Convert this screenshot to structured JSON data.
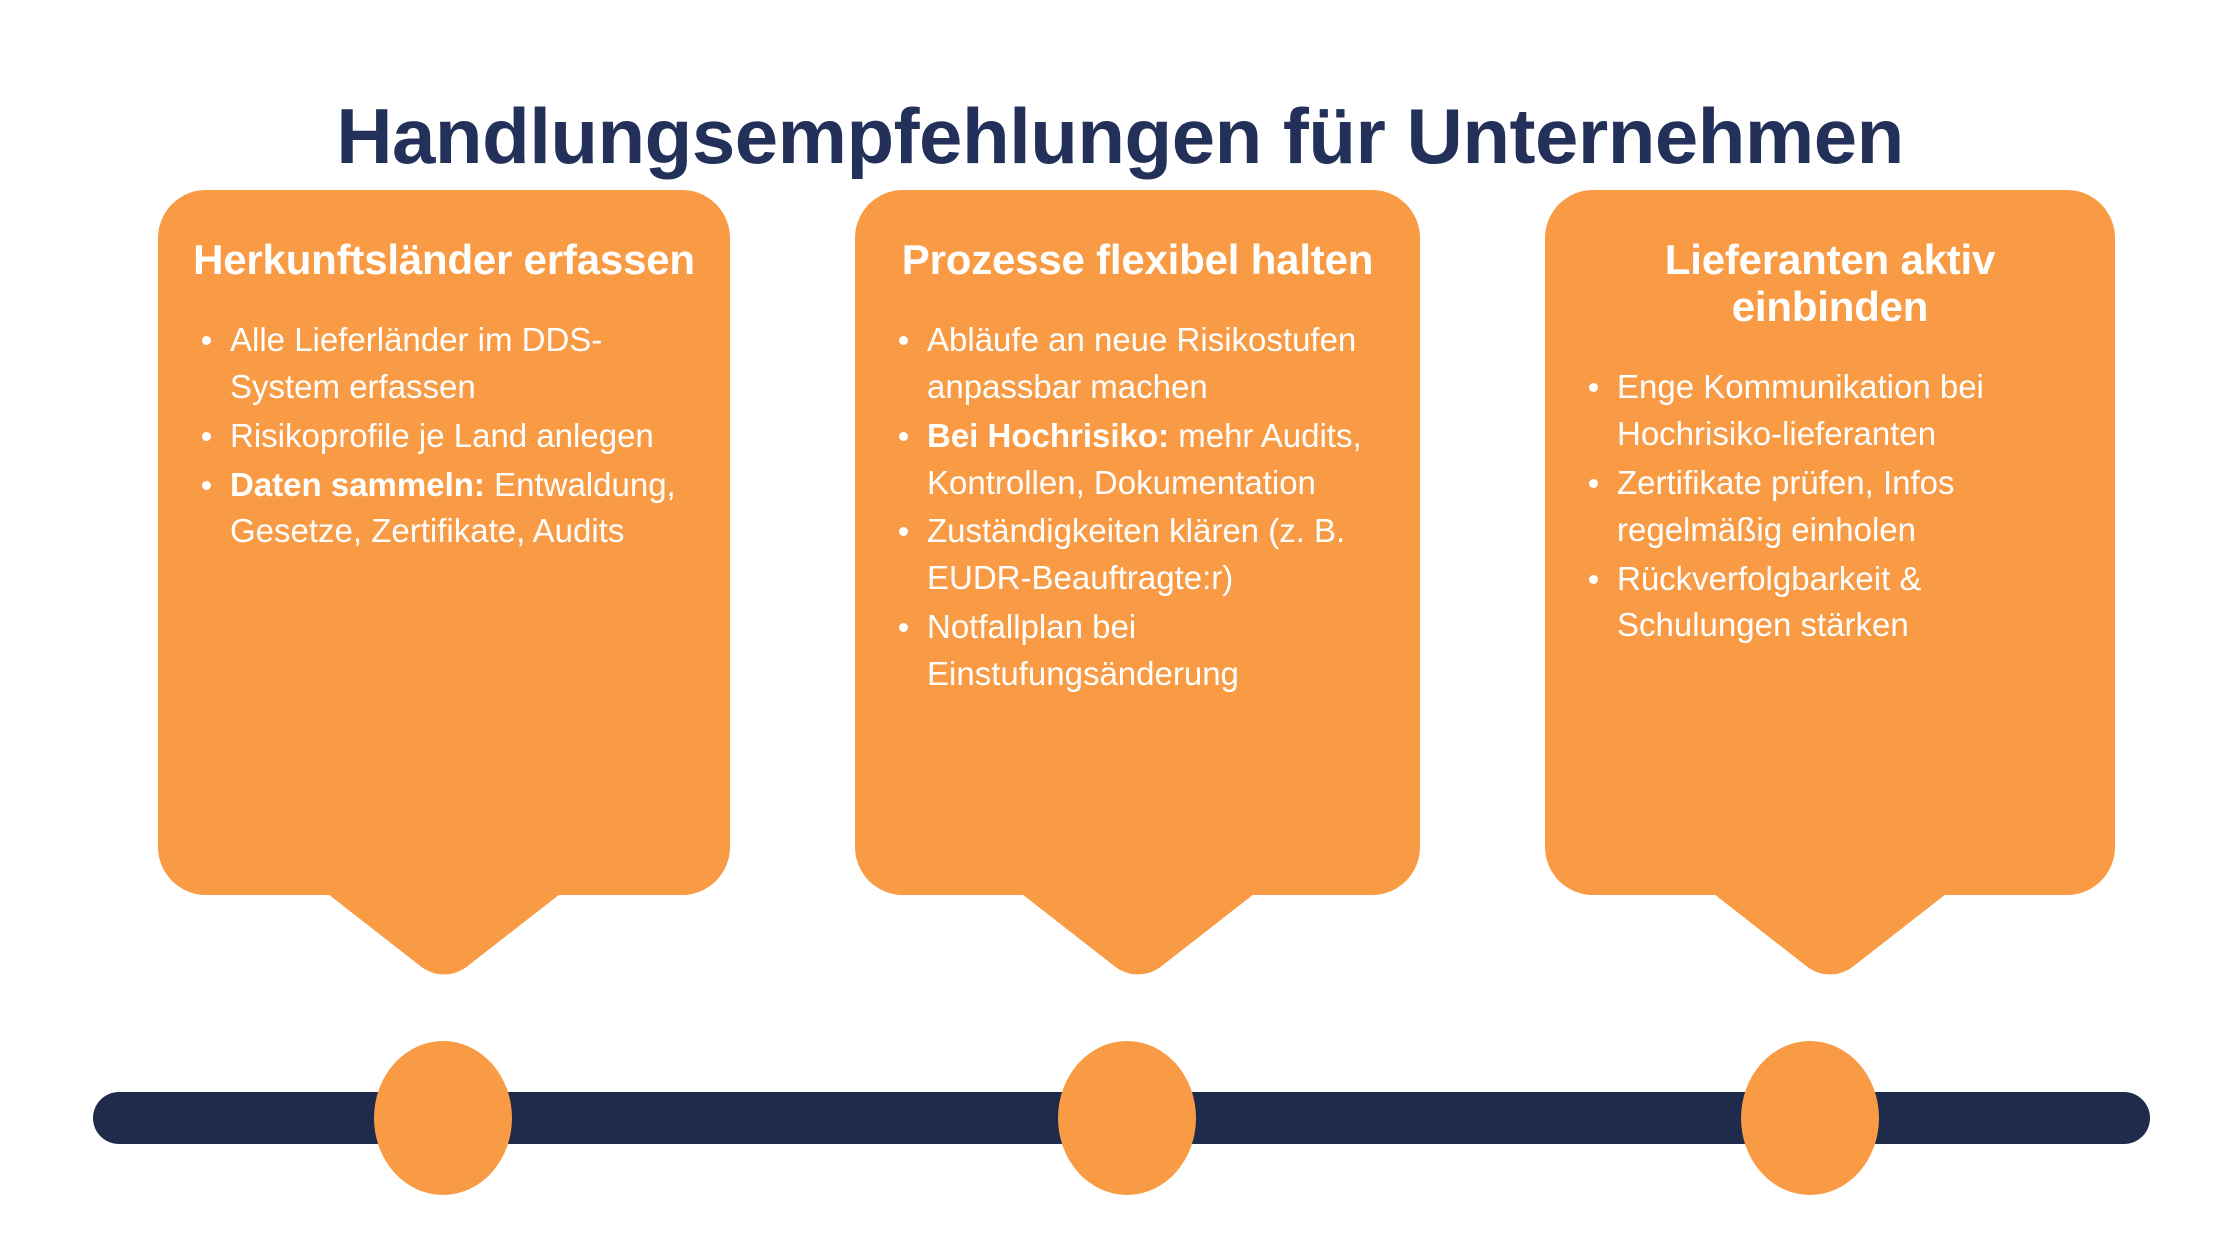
{
  "page": {
    "title": "Handlungsempfehlungen für Unternehmen"
  },
  "colors": {
    "accent_orange": "#F89B44",
    "navy": "#1F2B4A",
    "title_navy": "#22305A",
    "background": "#FFFFFF",
    "card_text": "#FFFFFF"
  },
  "cards": [
    {
      "heading": "Herkunftsländer erfassen",
      "bullets": [
        {
          "bold": "",
          "text": "Alle Lieferländer im DDS-System erfassen"
        },
        {
          "bold": "",
          "text": "Risikoprofile je Land anlegen"
        },
        {
          "bold": "Daten sammeln:",
          "text": " Entwaldung, Gesetze, Zertifikate, Audits"
        }
      ]
    },
    {
      "heading": "Prozesse flexibel halten",
      "bullets": [
        {
          "bold": "",
          "text": "Abläufe an neue Risikostufen anpassbar machen"
        },
        {
          "bold": "Bei Hochrisiko:",
          "text": " mehr Audits, Kontrollen, Dokumentation"
        },
        {
          "bold": "",
          "text": "Zuständigkeiten klären (z. B. EUDR-Beauftragte:r)"
        },
        {
          "bold": "",
          "text": "Notfallplan bei Einstufungsänderung"
        }
      ]
    },
    {
      "heading": "Lieferanten aktiv einbinden",
      "bullets": [
        {
          "bold": "",
          "text": "Enge Kommunikation bei Hochrisiko-lieferanten"
        },
        {
          "bold": "",
          "text": "Zertifikate prüfen, Infos regelmäßig einholen"
        },
        {
          "bold": "",
          "text": "Rückverfolgbarkeit & Schulungen stärken"
        }
      ]
    }
  ],
  "timeline": {
    "markers": [
      "step-1",
      "step-2",
      "step-3"
    ]
  }
}
